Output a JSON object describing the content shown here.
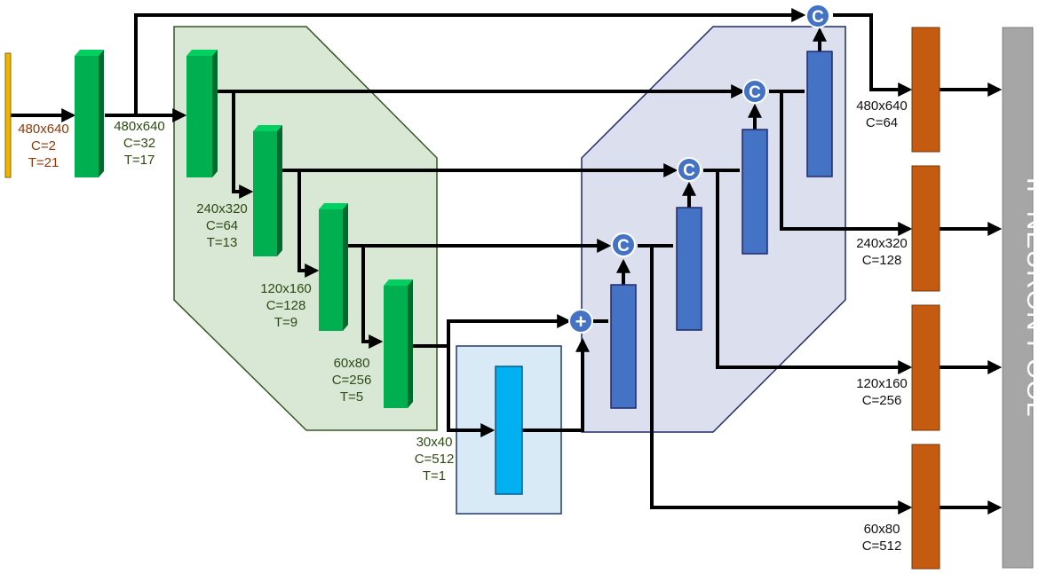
{
  "colors": {
    "input_block": "#f0b400",
    "encoder_block": "#00b050",
    "encoder_region": "#d8e8d4",
    "encoder_region_border": "#375623",
    "bottleneck_block": "#00b0f0",
    "bottleneck_region": "#d9eaf7",
    "decoder_block": "#4472c4",
    "decoder_region": "#dcdfee",
    "decoder_region_border": "#1f2a6b",
    "output_block": "#c55a11",
    "pool": "#a6a6a6"
  },
  "input": {
    "res": "480x640",
    "c": "C=2",
    "t": "T=21"
  },
  "encoder": [
    {
      "res": "480x640",
      "c": "C=32",
      "t": "T=17"
    },
    {
      "res": "240x320",
      "c": "C=64",
      "t": "T=13"
    },
    {
      "res": "120x160",
      "c": "C=128",
      "t": "T=9"
    },
    {
      "res": "60x80",
      "c": "C=256",
      "t": "T=5"
    },
    {
      "res": "30x40",
      "c": "C=512",
      "t": "T=1"
    }
  ],
  "ops": {
    "concat": "C",
    "add": "+"
  },
  "outputs": [
    {
      "res": "480x640",
      "c": "C=64"
    },
    {
      "res": "240x320",
      "c": "C=128"
    },
    {
      "res": "120x160",
      "c": "C=256"
    },
    {
      "res": "60x80",
      "c": "C=512"
    }
  ],
  "pool": {
    "label": "IF NEURON POOL"
  }
}
